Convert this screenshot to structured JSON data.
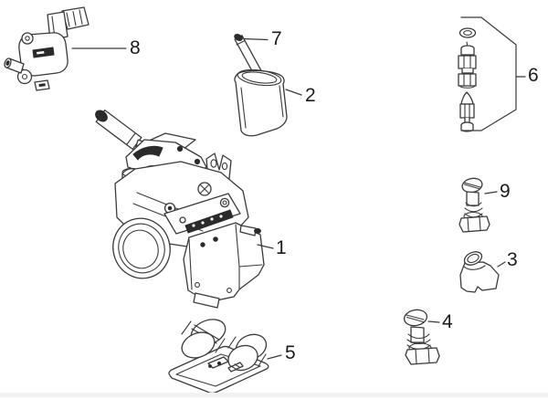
{
  "diagram": {
    "type": "exploded-parts-diagram",
    "background_color": "#ffffff",
    "line_color": "#3a3a3a",
    "dark_fill_color": "#2b2b2b",
    "label_color": "#1b1b1b",
    "bottom_rule_color": "#f2f2f2",
    "callouts": {
      "part1": "1",
      "part2": "2",
      "part3": "3",
      "part4": "4",
      "part5": "5",
      "part6": "6",
      "part7": "7",
      "part8": "8",
      "part9": "9"
    }
  }
}
